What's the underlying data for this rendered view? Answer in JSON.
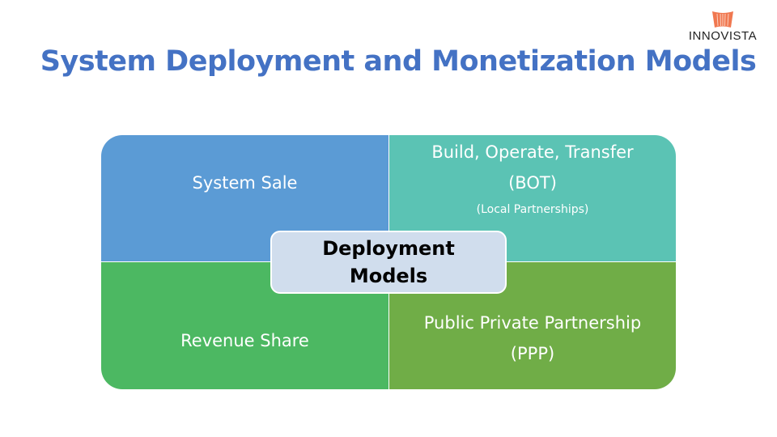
{
  "title": "System Deployment and Monetization Models",
  "logo": {
    "text": "INNOVISTA"
  },
  "quadrants": {
    "top_left": {
      "label": "System Sale"
    },
    "top_right": {
      "label_line1": "Build, Operate, Transfer",
      "label_line2": "(BOT)",
      "note": "(Local Partnerships)"
    },
    "bottom_left": {
      "label": "Revenue Share"
    },
    "bottom_right": {
      "label_line1": "Public Private Partnership",
      "label_line2": "(PPP)"
    }
  },
  "center": {
    "line1": "Deployment",
    "line2": "Models"
  },
  "colors": {
    "title": "#4472c4",
    "q1": "#5b9bd5",
    "q2": "#5bc3b4",
    "q3": "#4cb862",
    "q4": "#70ad47",
    "center": "#d0dded"
  }
}
